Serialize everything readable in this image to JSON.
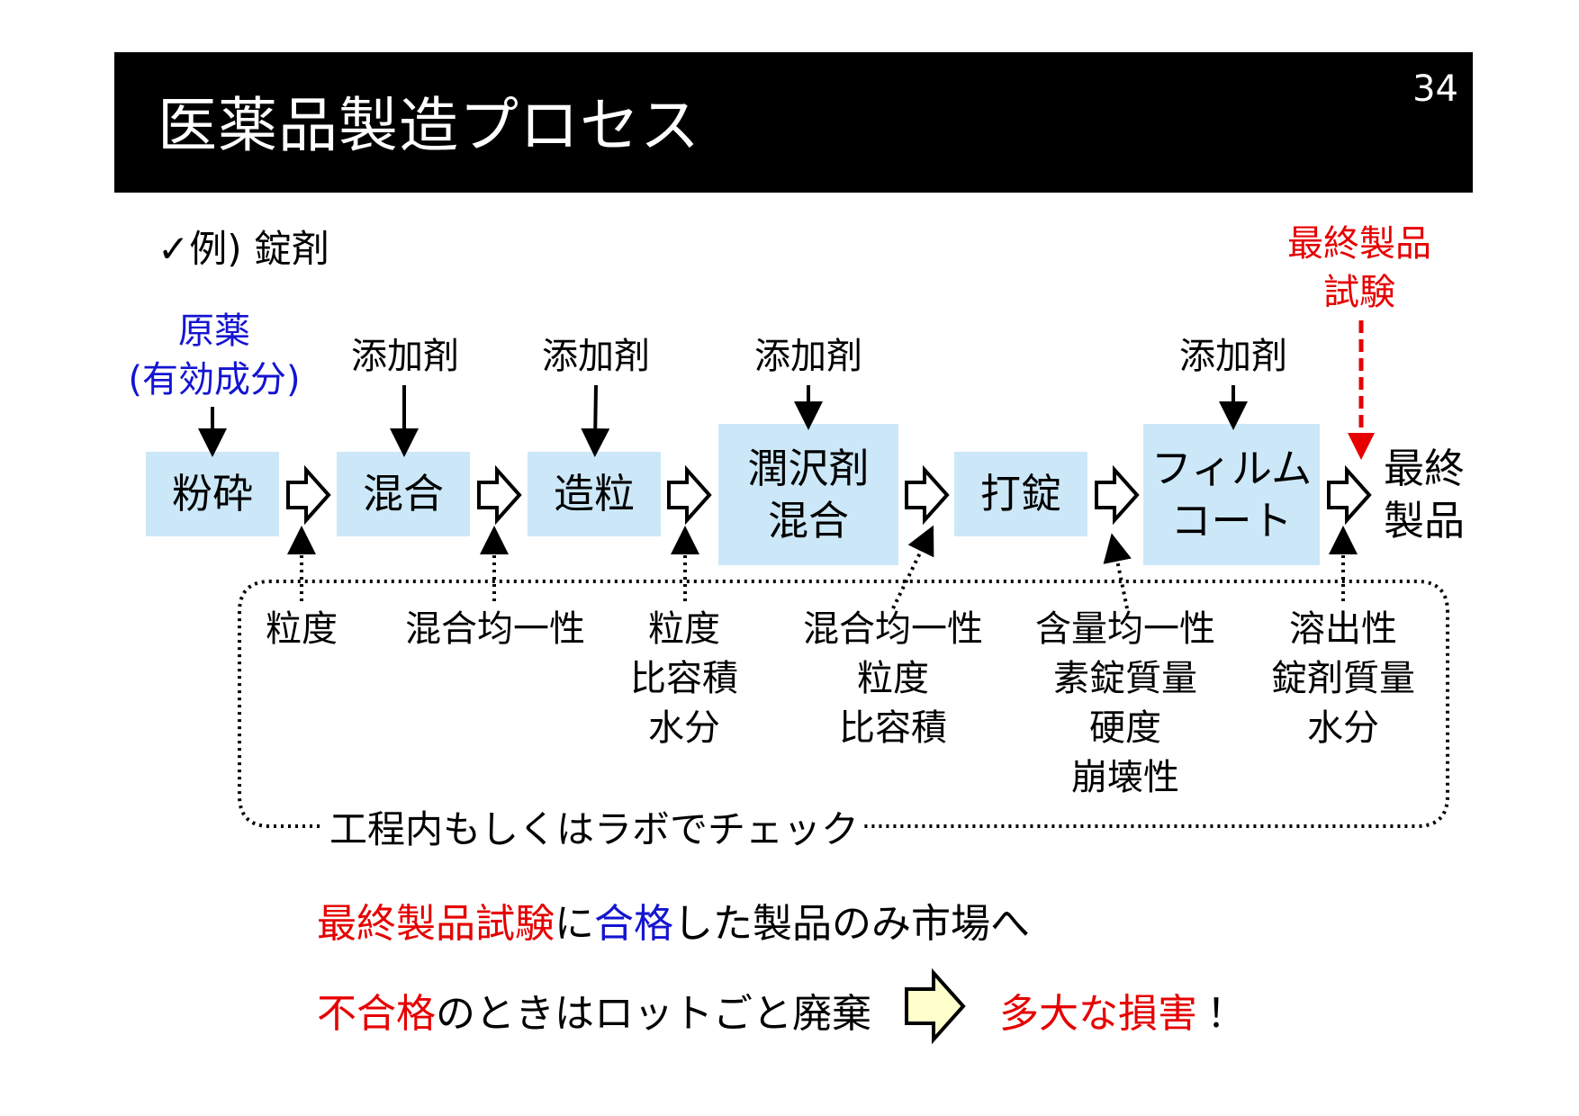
{
  "slide": {
    "title": "医薬品製造プロセス",
    "page_number": "34",
    "example": "✓例) 錠剤"
  },
  "inputs": {
    "raw_material": [
      "原薬",
      "(有効成分)"
    ],
    "additive": "添加剤",
    "final_test": [
      "最終製品",
      "試験"
    ]
  },
  "steps": [
    {
      "lines": [
        "粉砕"
      ]
    },
    {
      "lines": [
        "混合"
      ]
    },
    {
      "lines": [
        "造粒"
      ]
    },
    {
      "lines": [
        "潤沢剤",
        "混合"
      ]
    },
    {
      "lines": [
        "打錠"
      ]
    },
    {
      "lines": [
        "フィルム",
        "コート"
      ]
    }
  ],
  "final_product": [
    "最終",
    "製品"
  ],
  "checks": [
    {
      "items": [
        "粒度"
      ]
    },
    {
      "items": [
        "混合均一性"
      ]
    },
    {
      "items": [
        "粒度",
        "比容積",
        "水分"
      ]
    },
    {
      "items": [
        "混合均一性",
        "粒度",
        "比容積"
      ]
    },
    {
      "items": [
        "含量均一性",
        "素錠質量",
        "硬度",
        "崩壊性"
      ]
    },
    {
      "items": [
        "溶出性",
        "錠剤質量",
        "水分"
      ]
    }
  ],
  "check_footer": "工程内もしくはラボでチェック",
  "messages": {
    "line1": {
      "part1": "最終製品試験",
      "part2": "に",
      "part3": "合格",
      "part4": "した製品のみ市場へ"
    },
    "line2": {
      "part1": "不合格",
      "part2": "のときはロットごと廃棄",
      "result": "多大な損害",
      "exclaim": "！"
    }
  },
  "colors": {
    "step_box": "#cce8f8",
    "highlight_red": "#e60000",
    "highlight_blue": "#1414d2",
    "yellow_arrow": "#ffffcc"
  }
}
